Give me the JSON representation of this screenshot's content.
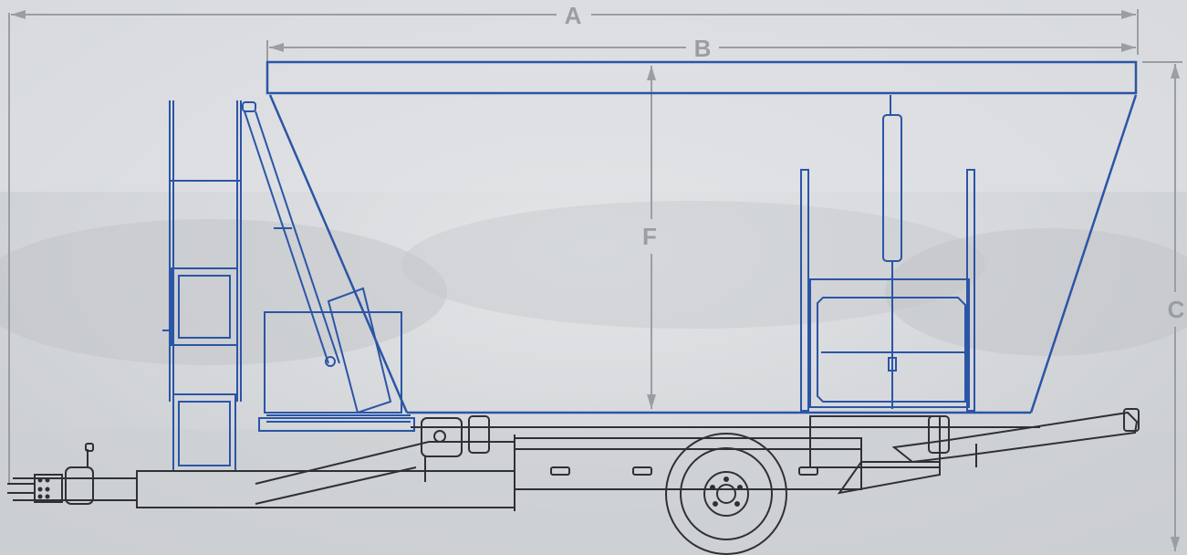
{
  "labels": {
    "a": "A",
    "b": "B",
    "c": "C",
    "f": "F"
  },
  "colors": {
    "background": "#d9dbde",
    "blue": "#2b55a6",
    "chassis": "#2f3035",
    "dimension": "#9a9ea3"
  }
}
